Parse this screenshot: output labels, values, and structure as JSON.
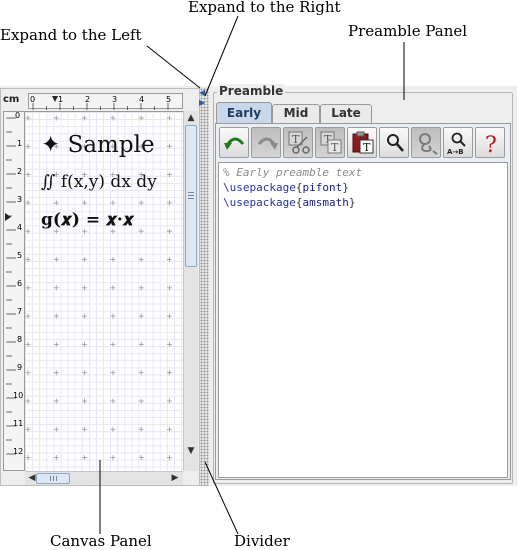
{
  "annotations": {
    "expand_right": "Expand to the Right",
    "expand_left": "Expand to the Left",
    "preamble_panel": "Preamble Panel",
    "canvas_panel": "Canvas Panel",
    "divider": "Divider"
  },
  "canvas": {
    "unit_label": "cm",
    "hruler_ticks": [
      "0",
      "1",
      "2",
      "3",
      "4",
      "5"
    ],
    "vruler_ticks": [
      "0",
      "1",
      "2",
      "3",
      "4",
      "5",
      "6",
      "7",
      "8",
      "9",
      "10",
      "11",
      "12"
    ],
    "sample_text": "✦ Sample",
    "formula_1": "∬ f(x,y) dx dy",
    "formula_2": "g(𝒙) = 𝒙·𝒙"
  },
  "preamble": {
    "title": "Preamble",
    "tabs": [
      "Early",
      "Mid",
      "Late"
    ],
    "active_tab": "Early",
    "toolbar_icons": [
      "undo-icon",
      "redo-icon",
      "cut-icon",
      "copy-icon",
      "paste-icon",
      "find-icon",
      "find-next-icon",
      "replace-icon",
      "help-icon"
    ],
    "editor": {
      "line1": "% Early preamble text",
      "line2_cmd": "\\usepackage",
      "line2_arg": "pifont",
      "line3_cmd": "\\usepackage",
      "line3_arg": "amsmath"
    }
  },
  "colors": {
    "active_tab": "#c8d7ea",
    "latex_command": "#2436a8",
    "comment": "#8a8a8a",
    "help_icon": "#c0131b",
    "undo_icon": "#1e7a1e"
  }
}
